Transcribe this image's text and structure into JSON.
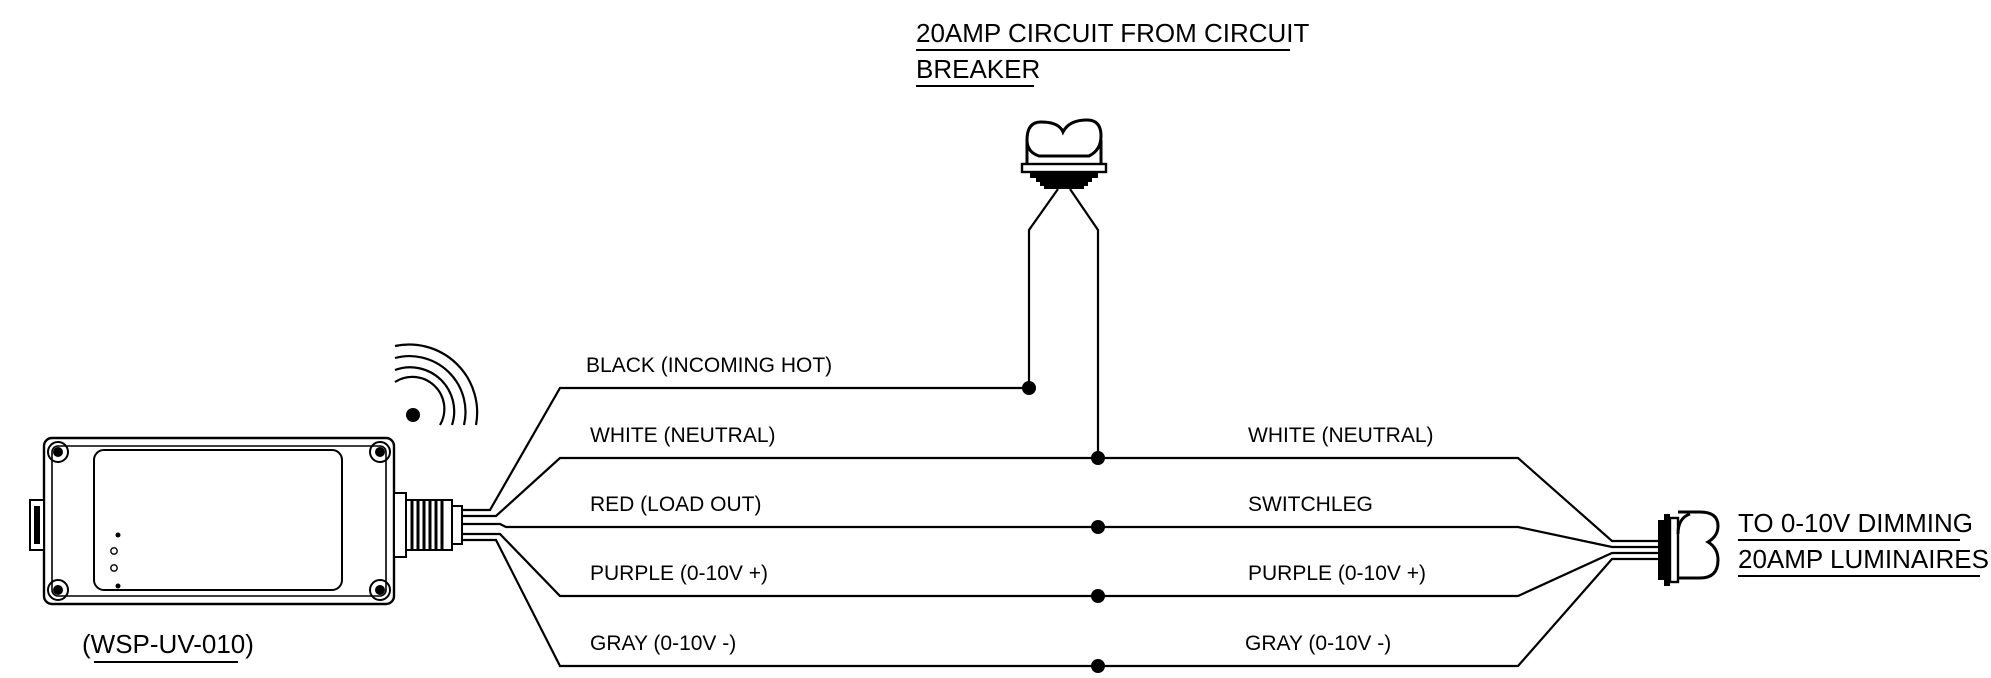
{
  "source": {
    "title_line1": "20AMP CIRCUIT FROM CIRCUIT",
    "title_line2": "BREAKER"
  },
  "device": {
    "model": "(WSP-UV-010)"
  },
  "destination": {
    "line1": "TO 0-10V DIMMING",
    "line2": "20AMP LUMINAIRES"
  },
  "wires_left": {
    "black": "BLACK (INCOMING HOT)",
    "white": "WHITE (NEUTRAL)",
    "red": "RED (LOAD OUT)",
    "purple": "PURPLE (0-10V +)",
    "gray": "GRAY (0-10V -)"
  },
  "wires_right": {
    "white": "WHITE (NEUTRAL)",
    "switchleg": "SWITCHLEG",
    "purple": "PURPLE (0-10V +)",
    "gray": "GRAY (0-10V -)"
  },
  "icons": [
    "wireless-signal-icon",
    "conduit-fitting-icon"
  ]
}
